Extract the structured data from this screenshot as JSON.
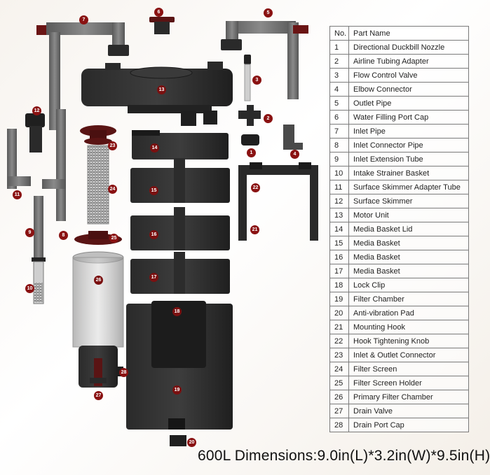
{
  "table": {
    "header": {
      "no": "No.",
      "name": "Part Name"
    },
    "rows": [
      {
        "no": "1",
        "name": "Directional Duckbill Nozzle"
      },
      {
        "no": "2",
        "name": "Airline Tubing Adapter"
      },
      {
        "no": "3",
        "name": "Flow Control Valve"
      },
      {
        "no": "4",
        "name": "Elbow Connector"
      },
      {
        "no": "5",
        "name": "Outlet Pipe"
      },
      {
        "no": "6",
        "name": "Water Filling Port Cap"
      },
      {
        "no": "7",
        "name": "Inlet Pipe"
      },
      {
        "no": "8",
        "name": "Inlet Connector Pipe"
      },
      {
        "no": "9",
        "name": "Inlet Extension Tube"
      },
      {
        "no": "10",
        "name": "Intake Strainer Basket"
      },
      {
        "no": "11",
        "name": "Surface Skimmer Adapter Tube"
      },
      {
        "no": "12",
        "name": "Surface Skimmer"
      },
      {
        "no": "13",
        "name": "Motor Unit"
      },
      {
        "no": "14",
        "name": "Media Basket Lid"
      },
      {
        "no": "15",
        "name": "Media Basket"
      },
      {
        "no": "16",
        "name": "Media Basket"
      },
      {
        "no": "17",
        "name": "Media Basket"
      },
      {
        "no": "18",
        "name": "Lock Clip"
      },
      {
        "no": "19",
        "name": "Filter Chamber"
      },
      {
        "no": "20",
        "name": "Anti-vibration Pad"
      },
      {
        "no": "21",
        "name": "Mounting Hook"
      },
      {
        "no": "22",
        "name": "Hook Tightening Knob"
      },
      {
        "no": "23",
        "name": "Inlet & Outlet Connector"
      },
      {
        "no": "24",
        "name": "Filter Screen"
      },
      {
        "no": "25",
        "name": "Filter Screen Holder"
      },
      {
        "no": "26",
        "name": "Primary Filter Chamber"
      },
      {
        "no": "27",
        "name": "Drain Valve"
      },
      {
        "no": "28",
        "name": "Drain Port Cap"
      }
    ]
  },
  "callouts": [
    "1",
    "2",
    "3",
    "4",
    "5",
    "6",
    "7",
    "8",
    "9",
    "10",
    "11",
    "12",
    "13",
    "14",
    "15",
    "16",
    "17",
    "18",
    "19",
    "20",
    "21",
    "22",
    "23",
    "24",
    "25",
    "26",
    "27",
    "28"
  ],
  "dimensions": "600L Dimensions:9.0in(L)*3.2in(W)*9.5in(H)",
  "colors": {
    "part_dark": "#2b2b2b",
    "part_gray": "#6b6b6b",
    "accent": "#8a1212",
    "table_border": "#7a7a7a"
  }
}
